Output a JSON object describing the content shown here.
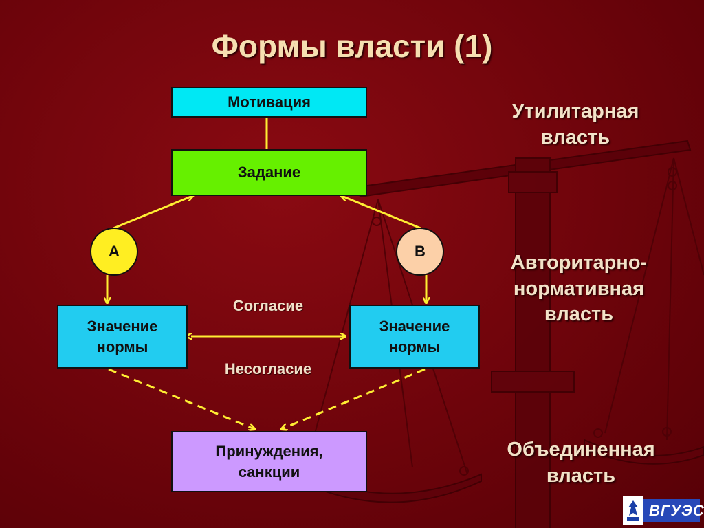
{
  "title": "Формы власти (1)",
  "boxes": {
    "motivation": "Мотивация",
    "task": "Задание",
    "norm_left": "Значение нормы",
    "norm_right": "Значение нормы",
    "sanctions": "Принуждения, санкции"
  },
  "circles": {
    "a": "A",
    "b": "B"
  },
  "labels": {
    "agreement": "Согласие",
    "disagreement": "Несогласие"
  },
  "side_labels": {
    "utilitarian": "Утилитарная власть",
    "authoritarian": "Авторитарно- нормативная власть",
    "combined": "Объединенная власть"
  },
  "logo_text": "ВГУЭС",
  "colors": {
    "background": "#6b0208",
    "title": "#f6dfb1",
    "motivation_box": "#00e8f4",
    "task_box": "#66f000",
    "norm_box": "#22ccf0",
    "sanctions_box": "#cc99ff",
    "circle_a": "#ffee22",
    "circle_b": "#fcd0a8",
    "arrow": "#ffee33"
  }
}
